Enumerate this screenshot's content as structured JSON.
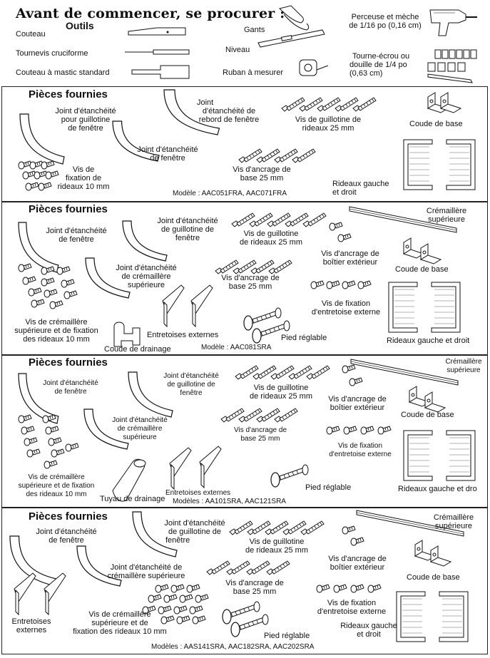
{
  "header": {
    "title": "Avant de commencer, se procurer :",
    "tools_heading": "Outils",
    "tools": {
      "knife": "Couteau",
      "screwdriver": "Tournevis cruciforme",
      "putty_knife": "Couteau à mastic standard",
      "gloves": "Gants",
      "level": "Niveau",
      "tape": "Ruban à mesurer",
      "drill_line1": "Perceuse et mèche",
      "drill_line2": "de 1/16 po (0,16 cm)",
      "nut_line1": "Tourne-écrou ou",
      "nut_line2": "douille de 1/4 po",
      "nut_line3": "(0,63 cm)"
    }
  },
  "sections": [
    {
      "heading": "Pièces fournies",
      "labels": {
        "window_seal": [
          "Joint d'étanchéité",
          "pour guillotine",
          "de fenêtre"
        ],
        "ledge_seal": [
          "Joint",
          "d'étanchéité de",
          "rebord de fenêtre"
        ],
        "curtain_screws": [
          "Vis de guillotine de",
          "rideaux 25 mm"
        ],
        "base_elbow": "Coude de base",
        "window_seal2": [
          "Joint d'étanchéité",
          "de fenêtre"
        ],
        "anchor_screws": [
          "Vis d'ancrage de",
          "base 25 mm"
        ],
        "fix_screws": [
          "Vis de",
          "fixation de",
          "rideaux 10 mm"
        ],
        "curtains": [
          "Rideaux gauche",
          "et droit"
        ],
        "models": "Modèle : AAC051FRA, AAC071FRA"
      }
    },
    {
      "heading": "Pièces fournies",
      "labels": {
        "window_seal": [
          "Joint d'étanchéité",
          "de fenêtre"
        ],
        "guillotine_seal": [
          "Joint d'étanchéité",
          "de guillotine de",
          "fenêtre"
        ],
        "curtain_screws": [
          "Vis de guillotine",
          "de rideaux 25 mm"
        ],
        "top_rail": [
          "Crémaillère",
          "supérieure"
        ],
        "housing_screws": [
          "Vis d'ancrage de",
          "boîtier extérieur"
        ],
        "base_elbow": "Coude de base",
        "rail_seal": [
          "Joint d'étanchéité",
          "de crémaillère",
          "supérieure"
        ],
        "anchor_screws": [
          "Vis d'ancrage de",
          "base 25 mm"
        ],
        "spacer_screws": [
          "Vis de fixation",
          "d'entretoise externe"
        ],
        "rail_fix_screws": [
          "Vis de crémaillère",
          "supérieure et de fixation",
          "des rideaux 10 mm"
        ],
        "spacers": "Entretoises externes",
        "foot": "Pied réglable",
        "curtains": "Rideaux gauche et droit",
        "drain": "Coude de drainage",
        "models": "Modèle : AAC081SRA"
      }
    },
    {
      "heading": "Pièces fournies",
      "labels": {
        "window_seal": [
          "Joint d'étanchéité",
          "de fenêtre"
        ],
        "guillotine_seal": [
          "Joint d'étanchéité",
          "de guillotine de",
          "fenêtre"
        ],
        "curtain_screws": [
          "Vis de guillotine",
          "de rideaux 25 mm"
        ],
        "housing_screws": [
          "Vis d'ancrage de",
          "boîtier extérieur"
        ],
        "top_rail": [
          "Crémaillère",
          "supérieure"
        ],
        "rail_seal": [
          "Joint d'étanchéité",
          "de crémaillère",
          "supérieure"
        ],
        "anchor_screws": [
          "Vis d'ancrage de",
          "base 25 mm"
        ],
        "base_elbow": "Coude de base",
        "spacer_screws": [
          "Vis de fixation",
          "d'entretoise externe"
        ],
        "rail_fix_screws": [
          "Vis de crémaillère",
          "supérieure et de fixation",
          "des rideaux 10 mm"
        ],
        "foot": "Pied réglable",
        "curtains": "Rideaux gauche et dro",
        "drain": "Tuyau de drainage",
        "spacers": "Entretoises externes",
        "models": "Modèles : AA101SRA, AAC121SRA"
      }
    },
    {
      "heading": "Pièces fournies",
      "labels": {
        "window_seal": [
          "Joint d'étanchéité",
          "de fenêtre"
        ],
        "guillotine_seal": [
          "Joint d'étanchéité",
          "de guillotine de",
          "fenêtre"
        ],
        "curtain_screws": [
          "Vis de guillotine",
          "de rideaux 25 mm"
        ],
        "top_rail": [
          "Crémaillère",
          "supérieure"
        ],
        "housing_screws": [
          "Vis d'ancrage de",
          "boîtier extérieur"
        ],
        "rail_seal": [
          "Joint d'étanchéité de",
          "crémaillère supérieure"
        ],
        "anchor_screws": [
          "Vis d'ancrage de",
          "base 25 mm"
        ],
        "base_elbow": "Coude de base",
        "spacer_screws": [
          "Vis de fixation",
          "d'entretoise externe"
        ],
        "spacers": [
          "Entretoises",
          "externes"
        ],
        "rail_fix_screws": [
          "Vis de crémaillère",
          "supérieure et de",
          "fixation des rideaux 10 mm"
        ],
        "foot": "Pied réglable",
        "curtains": [
          "Rideaux gauche",
          "et droit"
        ],
        "models": "Modèles : AAS141SRA, AAC182SRA, AAC202SRA"
      }
    }
  ]
}
